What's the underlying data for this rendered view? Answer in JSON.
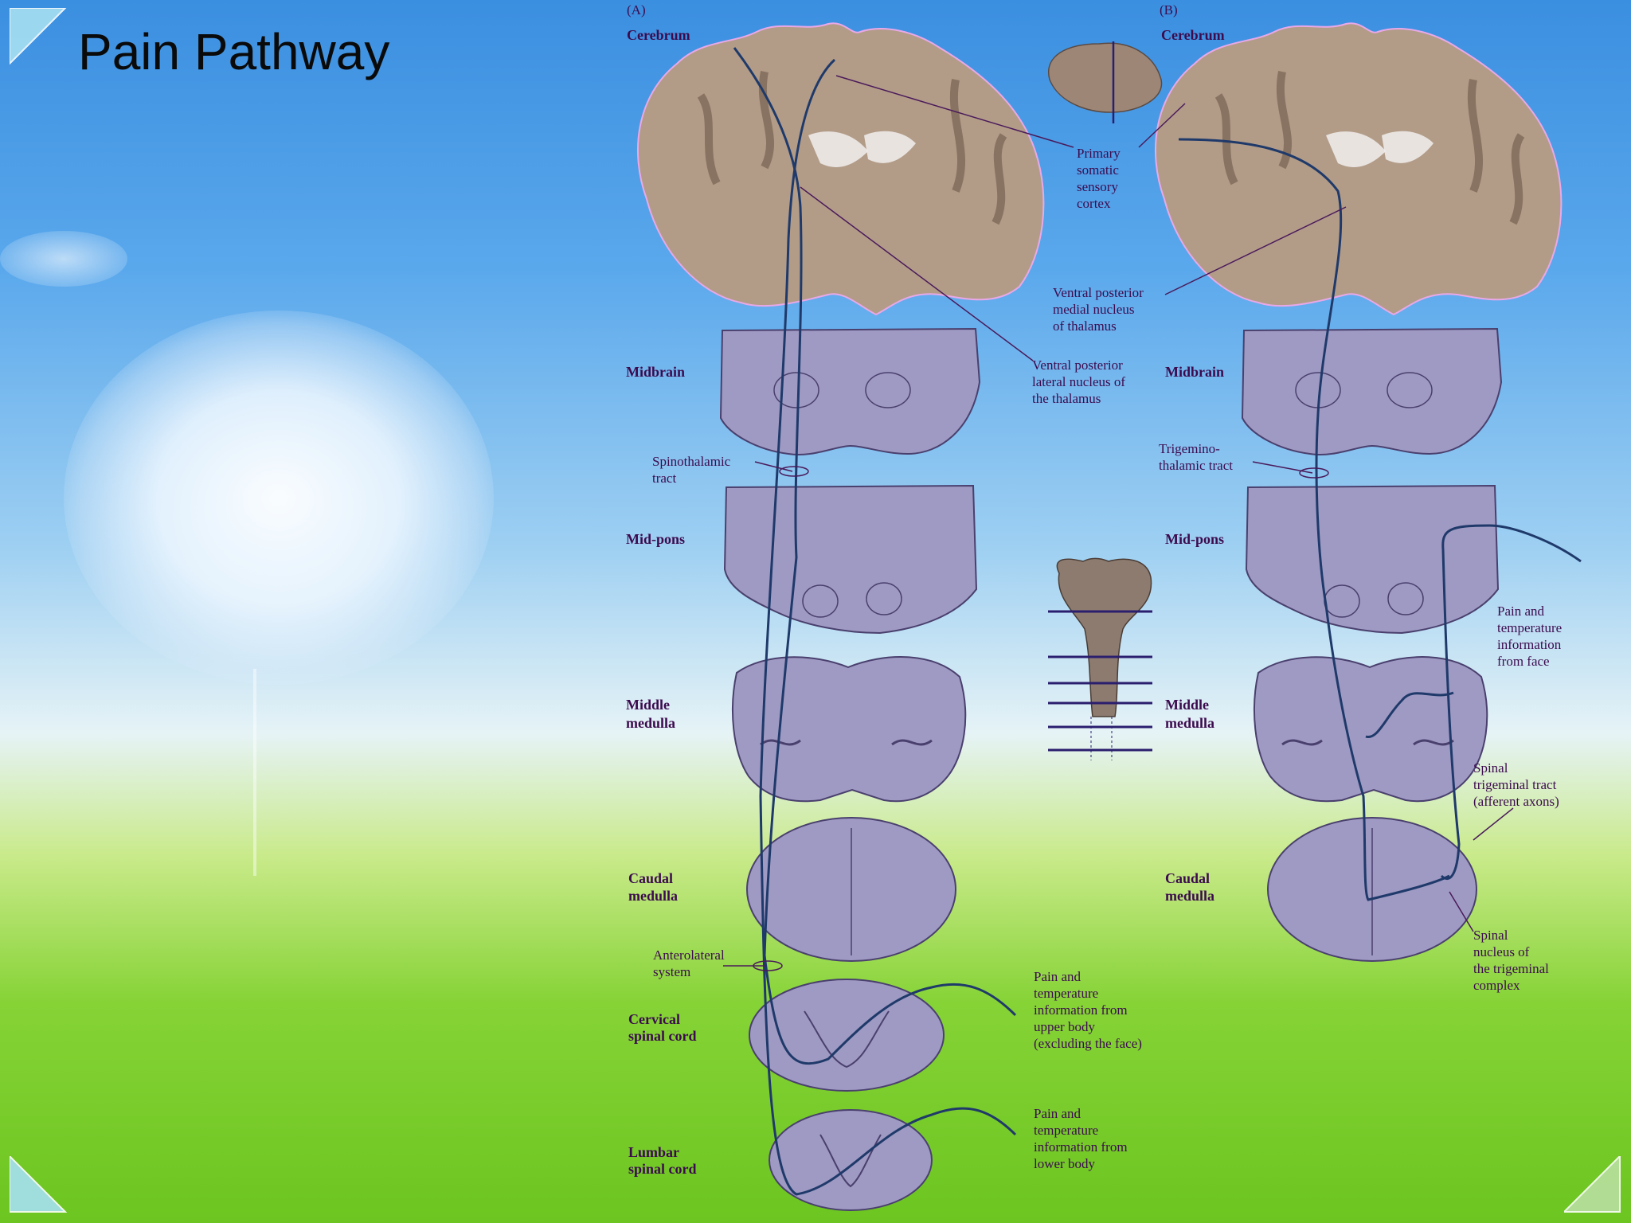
{
  "slide": {
    "title": "Pain Pathway",
    "colors": {
      "sky": "#3b8fe0",
      "grass": "#6cc520",
      "label": "#3c0b4e",
      "tract": "#1f3a6a"
    }
  },
  "figure": {
    "panel_a": "(A)",
    "panel_b": "(B)",
    "levels_a": {
      "cerebrum": "Cerebrum",
      "midbrain": "Midbrain",
      "midpons": "Mid-pons",
      "middle_medulla_1": "Middle",
      "middle_medulla_2": "medulla",
      "caudal_medulla_1": "Caudal",
      "caudal_medulla_2": "medulla",
      "cervical_1": "Cervical",
      "cervical_2": "spinal cord",
      "lumbar_1": "Lumbar",
      "lumbar_2": "spinal cord"
    },
    "levels_b": {
      "cerebrum": "Cerebrum",
      "midbrain": "Midbrain",
      "midpons": "Mid-pons",
      "middle_medulla_1": "Middle",
      "middle_medulla_2": "medulla",
      "caudal_medulla_1": "Caudal",
      "caudal_medulla_2": "medulla"
    },
    "labels": {
      "primary_1": "Primary",
      "primary_2": "somatic",
      "primary_3": "sensory",
      "primary_4": "cortex",
      "vpm_1": "Ventral posterior",
      "vpm_2": "medial nucleus",
      "vpm_3": "of thalamus",
      "vpl_1": "Ventral posterior",
      "vpl_2": "lateral nucleus of",
      "vpl_3": "the thalamus",
      "spino_1": "Spinothalamic",
      "spino_2": "tract",
      "trig_1": "Trigemino-",
      "trig_2": "thalamic tract",
      "antero_1": "Anterolateral",
      "antero_2": "system",
      "face_1": "Pain and",
      "face_2": "temperature",
      "face_3": "information",
      "face_4": "from face",
      "stt_1": "Spinal",
      "stt_2": "trigeminal tract",
      "stt_3": "(afferent axons)",
      "snt_1": "Spinal",
      "snt_2": "nucleus of",
      "snt_3": "the trigeminal",
      "snt_4": "complex",
      "upper_1": "Pain and",
      "upper_2": "temperature",
      "upper_3": "information from",
      "upper_4": "upper body",
      "upper_5": "(excluding the face)",
      "lower_1": "Pain and",
      "lower_2": "temperature",
      "lower_3": "information from",
      "lower_4": "lower body"
    }
  }
}
